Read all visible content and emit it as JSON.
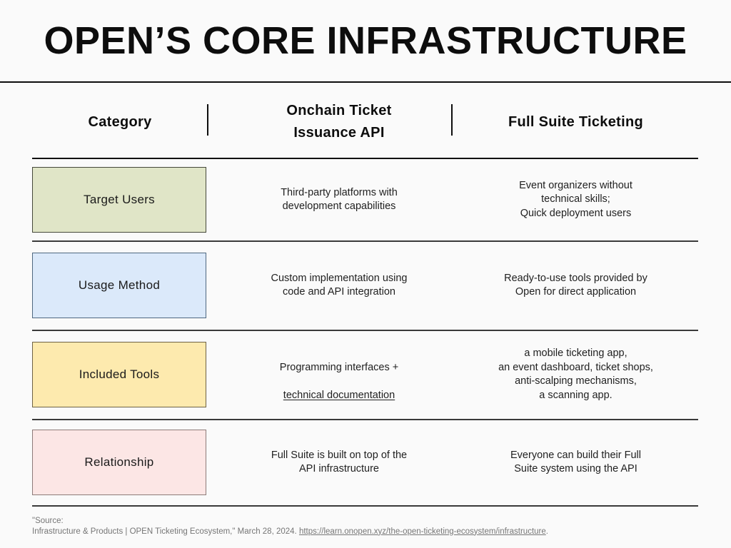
{
  "title": "OPEN’S CORE INFRASTRUCTURE",
  "colors": {
    "background": "#fafafa",
    "text": "#1c1c1c",
    "rule": "#0d0d0d",
    "footer_text": "#767676"
  },
  "table": {
    "header": {
      "category": "Category",
      "api": "Onchain Ticket\nIssuance API",
      "suite": "Full Suite Ticketing"
    },
    "rows": [
      {
        "category": "Target Users",
        "box": {
          "fill": "#e0e5c7",
          "border": "#45483a"
        },
        "api": "Third-party platforms with\ndevelopment capabilities",
        "suite": "Event organizers without\ntechnical skills;\nQuick deployment users"
      },
      {
        "category": "Usage Method",
        "box": {
          "fill": "#dbe9fa",
          "border": "#4f6880"
        },
        "api": "Custom implementation using\ncode and API integration",
        "suite": "Ready-to-use tools provided by\nOpen for direct application"
      },
      {
        "category": "Included Tools",
        "box": {
          "fill": "#fdeaae",
          "border": "#6e6245"
        },
        "api_text": "Programming interfaces +",
        "api_link": "technical documentation",
        "suite": "a mobile ticketing app,\nan event dashboard, ticket shops,\nanti-scalping mechanisms,\na scanning app."
      },
      {
        "category": "Relationship",
        "box": {
          "fill": "#fce6e5",
          "border": "#8d7b79"
        },
        "api": "Full Suite is built on top of the\nAPI infrastructure",
        "suite": "Everyone can build their Full\nSuite system using the API"
      }
    ]
  },
  "footer": {
    "line1": "\"Source:",
    "line2_text": "Infrastructure & Products | OPEN Ticketing Ecosystem,\" March 28, 2024. ",
    "link": "https://learn.onopen.xyz/the-open-ticketing-ecosystem/infrastructure",
    "suffix": "."
  }
}
